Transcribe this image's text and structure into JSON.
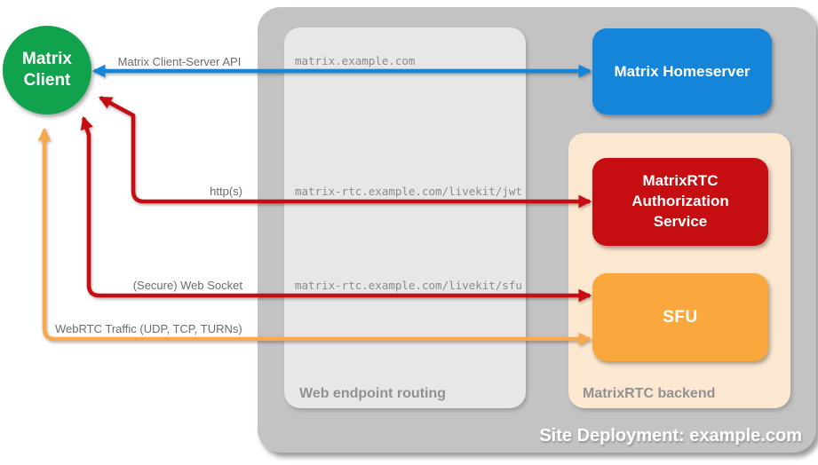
{
  "diagram": {
    "site_label": "Site Deployment: example.com",
    "client": {
      "label": "Matrix Client"
    },
    "homeserver": {
      "label": "Matrix Homeserver"
    },
    "routing": {
      "label": "Web endpoint routing",
      "endpoints": [
        "matrix.example.com",
        "matrix-rtc.example.com/livekit/jwt",
        "matrix-rtc.example.com/livekit/sfu"
      ]
    },
    "backend": {
      "label": "MatrixRTC backend",
      "auth_service_label": "MatrixRTC Authorization Service",
      "sfu_label": "SFU"
    },
    "connections": [
      {
        "label": "Matrix Client-Server API",
        "color": "#1485d8"
      },
      {
        "label": "http(s)",
        "color": "#c60d11"
      },
      {
        "label": "(Secure) Web Socket",
        "color": "#c60d11"
      },
      {
        "label": "WebRTC Traffic (UDP, TCP, TURNs)",
        "color": "#f9a84e"
      }
    ],
    "colors": {
      "client_green": "#10a24c",
      "homeserver_blue": "#1485d8",
      "auth_red": "#c60d11",
      "sfu_orange": "#faa83e",
      "backend_peach": "#fce8d1",
      "site_gray": "#c3c3c3",
      "routing_gray": "#e7e7e7",
      "label_gray": "#919191",
      "url_gray": "#8b8b8b"
    }
  }
}
